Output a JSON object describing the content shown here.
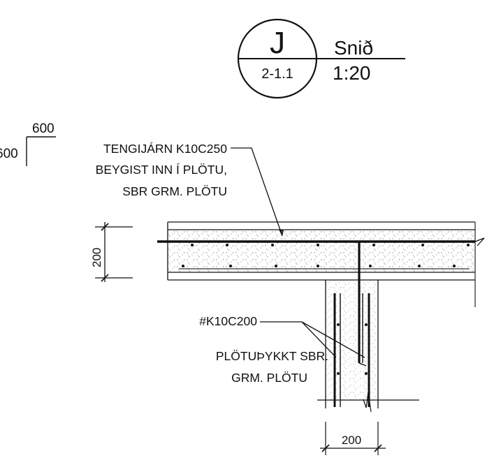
{
  "title_bubble": {
    "detail_letter": "J",
    "sheet_ref": "2-1.1",
    "view_type": "Snið",
    "scale": "1:20"
  },
  "clip_dims": {
    "horizontal": "600",
    "vertical": "600"
  },
  "annotations": {
    "tie_bars_line1": "TENGIJÁRN K10C250",
    "tie_bars_line2": "BEYGIST INN Í PLÖTU,",
    "tie_bars_line3": "SBR GRM. PLÖTU",
    "mesh": "#K10C200",
    "thickness_line1": "PLÖTUÞYKKT SBR.",
    "thickness_line2": "GRM. PLÖTU"
  },
  "dimensions": {
    "slab_thickness": "200",
    "wall_width": "200"
  },
  "colors": {
    "ink": "#111111",
    "concrete_hatch": "#9a9a9a"
  }
}
